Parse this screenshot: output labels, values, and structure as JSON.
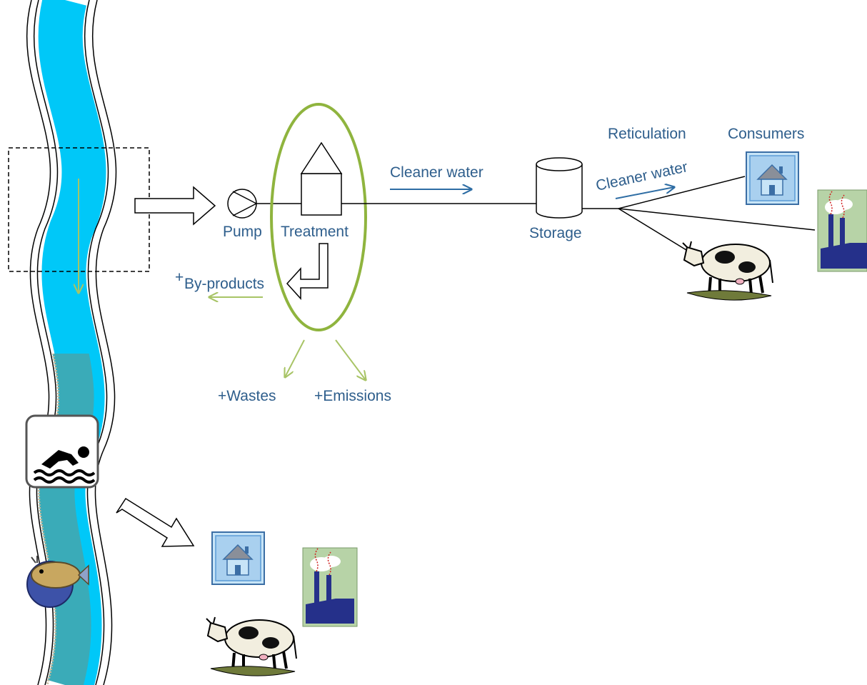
{
  "labels": {
    "pump": "Pump",
    "treatment": "Treatment",
    "cleaner_water_main": "Cleaner water",
    "storage": "Storage",
    "reticulation": "Reticulation",
    "consumers": "Consumers",
    "cleaner_water_reticulation": "Cleaner water",
    "by_products": "By-products",
    "by_products_prefix": "+",
    "wastes": "+Wastes",
    "emissions": "+Emissions"
  },
  "colors": {
    "river_fresh": "#00c8f8",
    "river_downstream": "#3aabb8",
    "label_text": "#2e5e8c",
    "treatment_ellipse": "#8fb43e",
    "flow_arrow_green": "#a8c466",
    "flow_arrow_blue": "#2e6da4",
    "house_frame": "#5b9bd5",
    "house_fill": "#c7e4f7"
  },
  "icons": {
    "river": "river-icon",
    "pump": "pump-icon",
    "treatment": "treatment-plant-icon",
    "storage": "storage-tank-icon",
    "house": "house-icon",
    "factory": "factory-icon",
    "cow": "cow-icon",
    "swimmer": "swimmer-icon",
    "fish": "fish-icon"
  }
}
